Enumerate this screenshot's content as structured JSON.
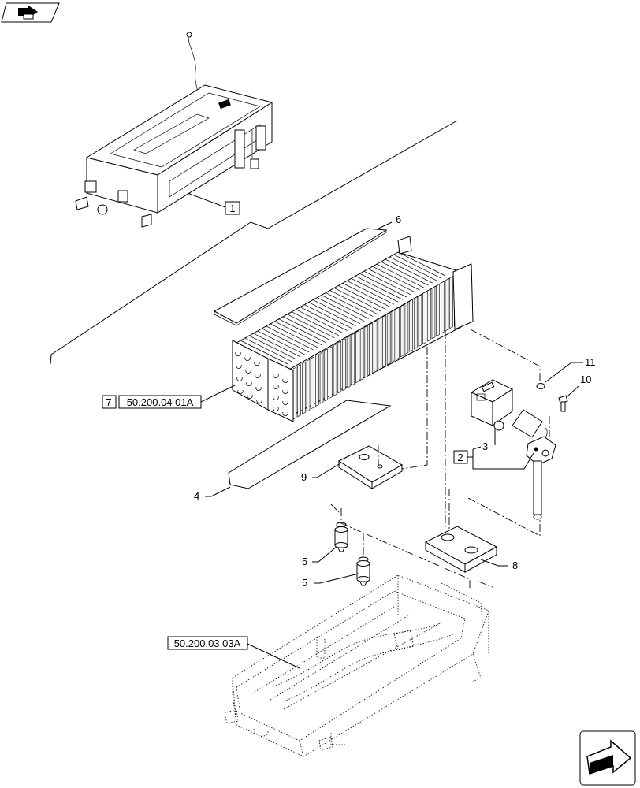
{
  "callouts": {
    "c1": "1",
    "c2": "2",
    "c3": "3",
    "c4": "4",
    "c5a": "5",
    "c5b": "5",
    "c6": "6",
    "c7": "7",
    "c8": "8",
    "c9": "9",
    "c10": "10",
    "c11": "11"
  },
  "references": {
    "coil_ref": "50.200.04 01A",
    "frame_ref": "50.200.03 03A"
  },
  "icons": {
    "top_left": "prev-page-arrow-icon",
    "bottom_right": "next-page-arrow-icon"
  }
}
